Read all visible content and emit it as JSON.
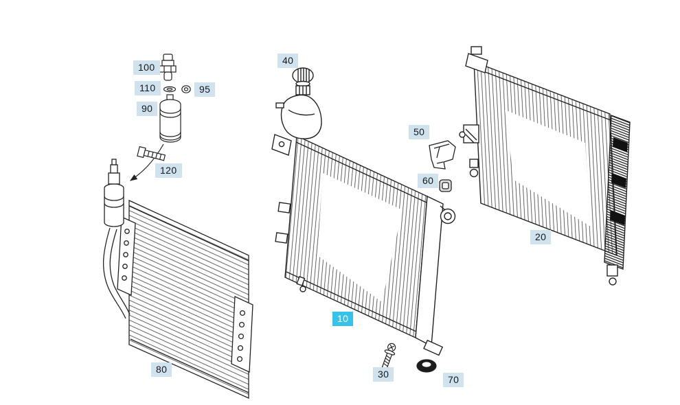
{
  "colors": {
    "background": "#ffffff",
    "line": "#222222",
    "callout_bg": "#cfe2ee",
    "callout_text": "#15181b",
    "callout_selected_bg": "#38c2ea",
    "callout_selected_text": "#ffffff"
  },
  "callouts": {
    "c100": {
      "label": "100",
      "selected": false
    },
    "c110": {
      "label": "110",
      "selected": false
    },
    "c95": {
      "label": "95",
      "selected": false
    },
    "c90": {
      "label": "90",
      "selected": false
    },
    "c120": {
      "label": "120",
      "selected": false
    },
    "c40": {
      "label": "40",
      "selected": false
    },
    "c50": {
      "label": "50",
      "selected": false
    },
    "c60": {
      "label": "60",
      "selected": false
    },
    "c10": {
      "label": "10",
      "selected": true
    },
    "c20": {
      "label": "20",
      "selected": false
    },
    "c80": {
      "label": "80",
      "selected": false
    },
    "c30": {
      "label": "30",
      "selected": false
    },
    "c70": {
      "label": "70",
      "selected": false
    }
  }
}
